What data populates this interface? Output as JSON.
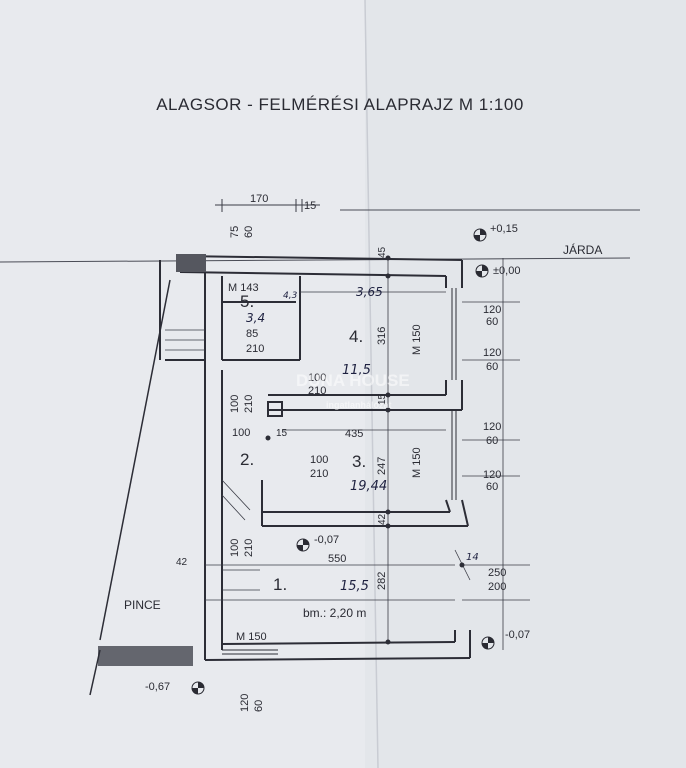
{
  "title": "ALAGSOR - FELMÉRÉSI ALAPRAJZ M 1:100",
  "watermark": {
    "brand": "DUNA HOUSE",
    "sub": "ingatlanhálózat"
  },
  "top_dims": {
    "d1": "170",
    "d2": "15"
  },
  "side_dims": {
    "d1": "75",
    "d2": "60"
  },
  "levels": {
    "l1": "+0,15",
    "l2": "±0,00",
    "l3": "-0,07",
    "l4": "-0,07",
    "l5": "-0,67"
  },
  "street": "JÁRDA",
  "rooms": [
    {
      "num": "5.",
      "area": "3,4"
    },
    {
      "num": "4.",
      "area": "11,5"
    },
    {
      "num": "3.",
      "area": "19,44"
    },
    {
      "num": "2.",
      "area": ""
    },
    {
      "num": "1.",
      "area": "15,5"
    }
  ],
  "room_extra": {
    "r5_dim": "4,3",
    "r4_width": "3,65",
    "height_note": "bm.: 2,20 m"
  },
  "doors": {
    "d5": [
      "85",
      "210"
    ],
    "d4": [
      "100",
      "210"
    ],
    "d3": [
      "100",
      "210"
    ],
    "d_left_a": [
      "100",
      "210"
    ],
    "d_left_b": [
      "100",
      "210"
    ]
  },
  "windows": {
    "w1": "M 143",
    "w2": "M 150",
    "w3": "M 150",
    "w4": "M 150"
  },
  "right_dims": [
    [
      "120",
      "60"
    ],
    [
      "120",
      "60"
    ],
    [
      "120",
      "60"
    ],
    [
      "120",
      "60"
    ],
    [
      "250",
      "200"
    ]
  ],
  "interior_dims": {
    "t45": "45",
    "t316": "316",
    "t15": "15",
    "t435": "435",
    "t247": "247",
    "t42a": "42",
    "t550": "550",
    "t282": "282",
    "t100": "100",
    "t15b": "15",
    "t42b": "42",
    "t14": "14"
  },
  "outside": {
    "pince": "PINCE"
  },
  "bottom_dims": [
    "120",
    "60"
  ]
}
